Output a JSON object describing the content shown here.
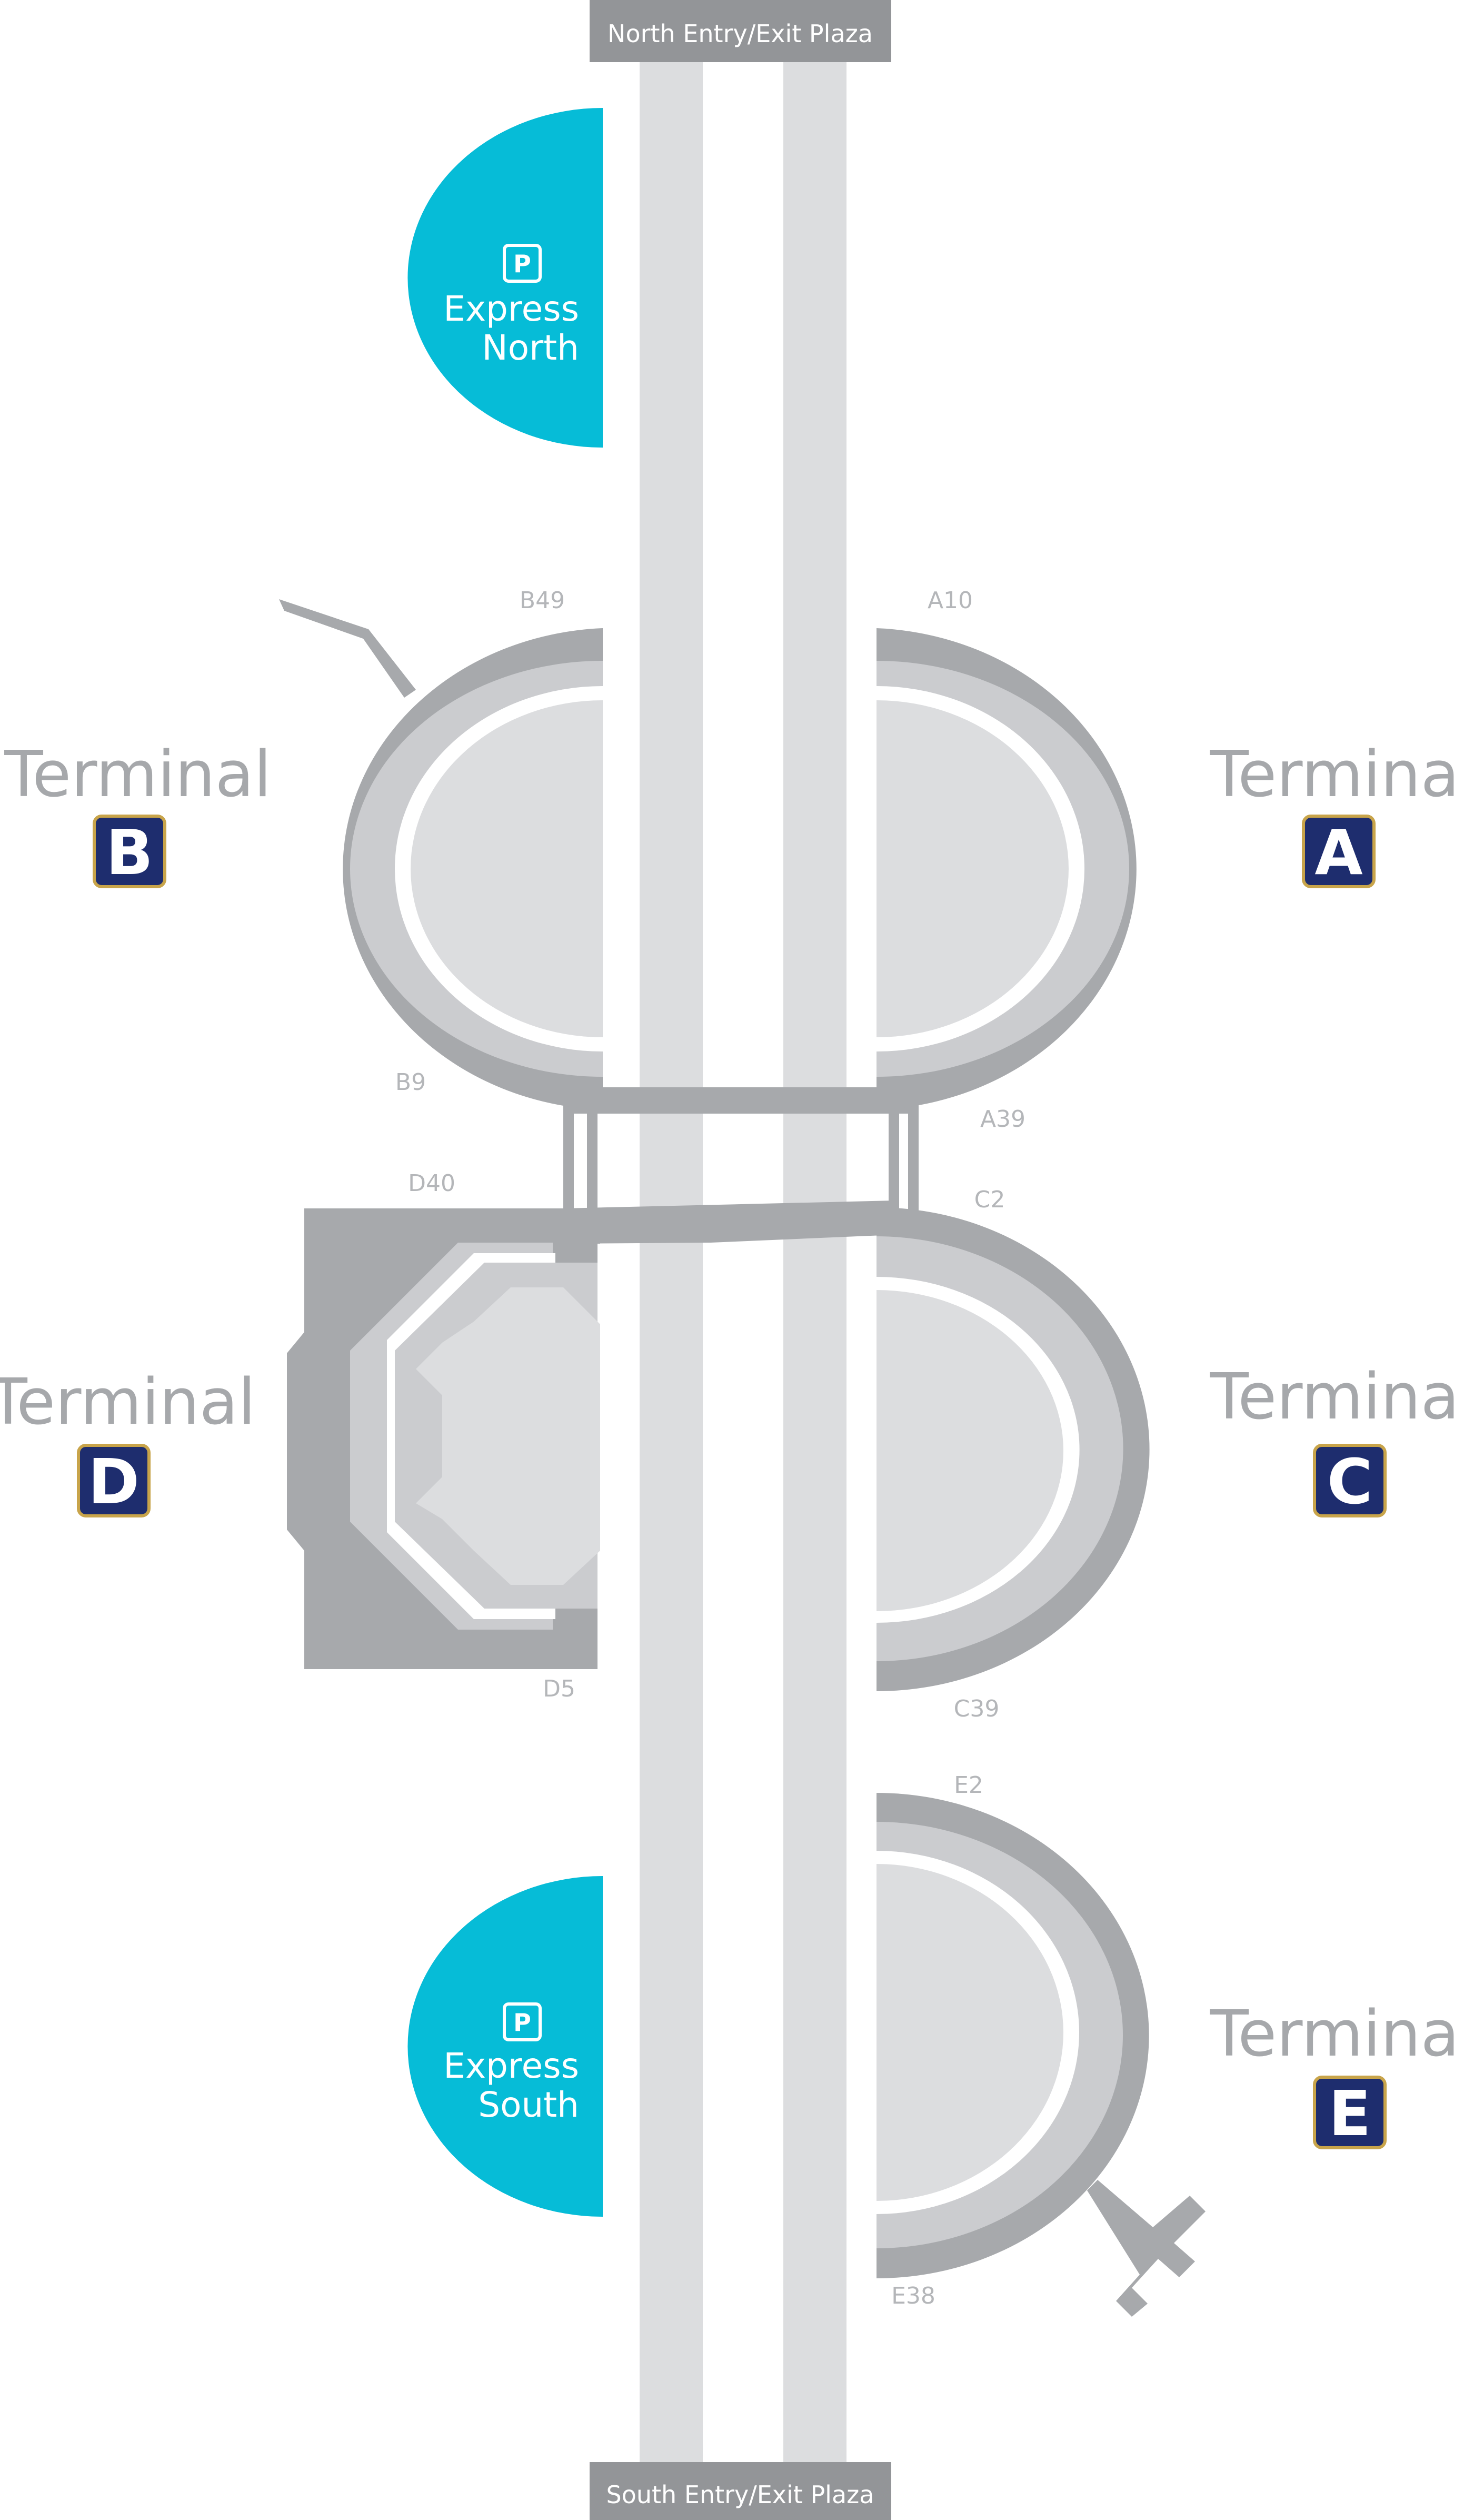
{
  "plazas": {
    "north": "North Entry/Exit Plaza",
    "south": "South Entry/Exit Plaza"
  },
  "parking": {
    "north": {
      "icon": "parking-icon",
      "symbol": "P",
      "line1": "Express",
      "line2": "North"
    },
    "south": {
      "icon": "parking-icon",
      "symbol": "P",
      "line1": "Express",
      "line2": "South"
    }
  },
  "terminals": {
    "A": {
      "word": "Terminal",
      "letter": "A",
      "gate_first": "A10",
      "gate_last": "A39"
    },
    "B": {
      "word": "Terminal",
      "letter": "B",
      "gate_first": "B49",
      "gate_last": "B9"
    },
    "C": {
      "word": "Terminal",
      "letter": "C",
      "gate_first": "C2",
      "gate_last": "C39"
    },
    "D": {
      "word": "Terminal",
      "letter": "D",
      "gate_first": "D40",
      "gate_last": "D5"
    },
    "E": {
      "word": "Terminal",
      "letter": "E",
      "gate_first": "E2",
      "gate_last": "E38"
    }
  },
  "colors": {
    "road": "#dcdddf",
    "plaza": "#939598",
    "terminal_outer": "#a7a9ac",
    "terminal_ring": "#cbcccf",
    "terminal_core": "#dcdddf",
    "parking": "#06bcd7",
    "badge": "#1e2d6e",
    "badge_border": "#c8a44a",
    "label_gray": "#a6a8ab"
  }
}
